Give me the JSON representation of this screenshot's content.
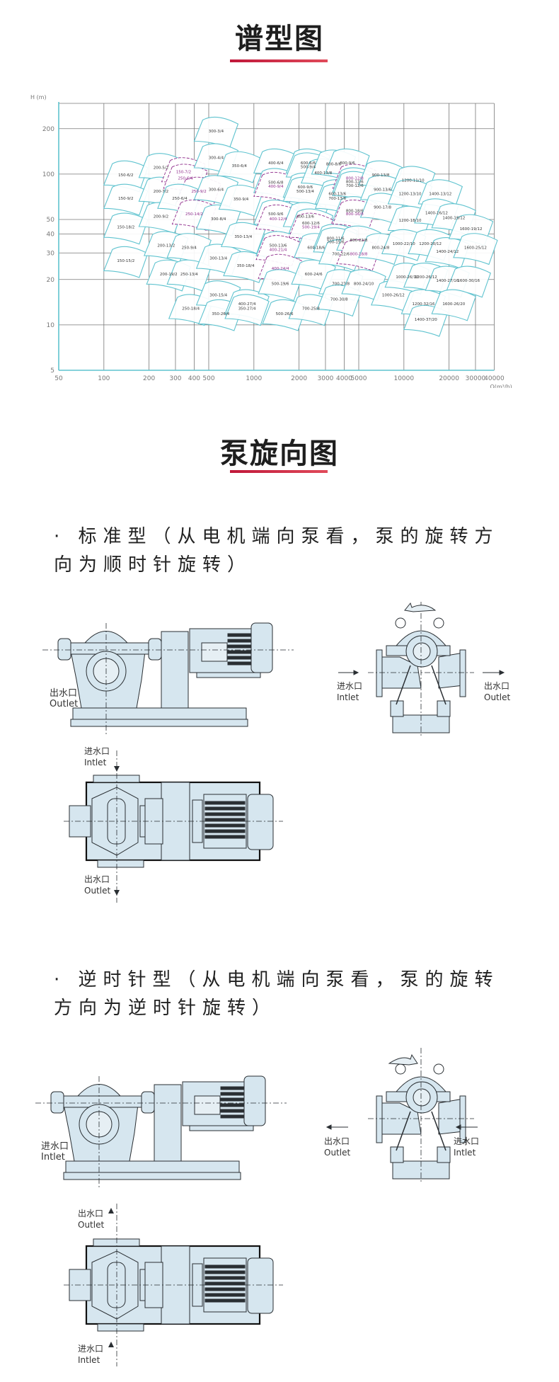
{
  "sections": {
    "spectrum_title": "谱型图",
    "rotation_title": "泵旋向图"
  },
  "chart_data": {
    "type": "area",
    "title": "谱型图",
    "xlabel": "Q(m³/h)",
    "ylabel": "H (m)",
    "xscale": "log",
    "yscale": "log",
    "xlim": [
      50,
      40000
    ],
    "ylim": [
      5,
      250
    ],
    "grid": true,
    "x_ticks": [
      "50",
      "100",
      "200",
      "300",
      "400",
      "500",
      "1000",
      "2000",
      "3000",
      "4000",
      "5000",
      "10000",
      "20000",
      "30000",
      "40000"
    ],
    "y_ticks": [
      "5",
      "10",
      "20",
      "30",
      "40",
      "50",
      "100",
      "200"
    ],
    "models": [
      {
        "label": "150-6/2",
        "q": 140,
        "h": 100
      },
      {
        "label": "150-9/2",
        "q": 140,
        "h": 70
      },
      {
        "label": "150-18/2",
        "q": 140,
        "h": 45
      },
      {
        "label": "150-15/2",
        "q": 140,
        "h": 27
      },
      {
        "label": "200-5/2",
        "q": 240,
        "h": 112
      },
      {
        "label": "200-7/2",
        "q": 240,
        "h": 78
      },
      {
        "label": "200-9/2",
        "q": 240,
        "h": 53
      },
      {
        "label": "200-13/2",
        "q": 260,
        "h": 34
      },
      {
        "label": "200-19/2",
        "q": 270,
        "h": 22
      },
      {
        "label": "150-7/2",
        "q": 340,
        "h": 105,
        "highlight": true
      },
      {
        "label": "250-6/4",
        "q": 350,
        "h": 95,
        "highlight": true
      },
      {
        "label": "250-9/2",
        "q": 430,
        "h": 78,
        "highlight": true
      },
      {
        "label": "250-6/4",
        "q": 320,
        "h": 70
      },
      {
        "label": "250-14/2",
        "q": 400,
        "h": 55,
        "highlight": true
      },
      {
        "label": "250-9/4",
        "q": 370,
        "h": 33
      },
      {
        "label": "250-13/4",
        "q": 370,
        "h": 22
      },
      {
        "label": "250-18/4",
        "q": 380,
        "h": 13
      },
      {
        "label": "300-3/4",
        "q": 560,
        "h": 195
      },
      {
        "label": "300-4/4",
        "q": 560,
        "h": 130
      },
      {
        "label": "300-6/4",
        "q": 560,
        "h": 80
      },
      {
        "label": "300-8/4",
        "q": 580,
        "h": 51
      },
      {
        "label": "300-13/4",
        "q": 580,
        "h": 28
      },
      {
        "label": "300-15/4",
        "q": 580,
        "h": 16
      },
      {
        "label": "350-26/4",
        "q": 600,
        "h": 12
      },
      {
        "label": "350-6/4",
        "q": 800,
        "h": 115
      },
      {
        "label": "350-9/4",
        "q": 820,
        "h": 69
      },
      {
        "label": "350-13/4",
        "q": 850,
        "h": 39
      },
      {
        "label": "350-18/4",
        "q": 880,
        "h": 25
      },
      {
        "label": "400-27/4",
        "q": 900,
        "h": 14
      },
      {
        "label": "350-27/4",
        "q": 900,
        "h": 13
      },
      {
        "label": "400-6/4",
        "q": 1400,
        "h": 120
      },
      {
        "label": "500-6/8",
        "q": 1400,
        "h": 89
      },
      {
        "label": "400-9/4",
        "q": 1400,
        "h": 84,
        "highlight": true
      },
      {
        "label": "500-9/6",
        "q": 1400,
        "h": 55
      },
      {
        "label": "400-12/4",
        "q": 1450,
        "h": 51,
        "highlight": true
      },
      {
        "label": "500-13/6",
        "q": 1450,
        "h": 34
      },
      {
        "label": "400-21/4",
        "q": 1450,
        "h": 32,
        "highlight": true
      },
      {
        "label": "400-24/4",
        "q": 1500,
        "h": 24,
        "highlight": true
      },
      {
        "label": "500-19/6",
        "q": 1500,
        "h": 19
      },
      {
        "label": "500-26/6",
        "q": 1600,
        "h": 12
      },
      {
        "label": "600-6/6",
        "q": 2300,
        "h": 120
      },
      {
        "label": "500-9/4",
        "q": 2300,
        "h": 113
      },
      {
        "label": "600-9/6",
        "q": 2200,
        "h": 83
      },
      {
        "label": "500-13/4",
        "q": 2200,
        "h": 78
      },
      {
        "label": "400-13/6",
        "q": 2200,
        "h": 53
      },
      {
        "label": "600-12/6",
        "q": 2400,
        "h": 48
      },
      {
        "label": "500-19/4",
        "q": 2400,
        "h": 45,
        "highlight": true
      },
      {
        "label": "600-18/6",
        "q": 2600,
        "h": 33
      },
      {
        "label": "600-24/6",
        "q": 2500,
        "h": 22
      },
      {
        "label": "700-25/8",
        "q": 2400,
        "h": 13
      },
      {
        "label": "400-13/8",
        "q": 2900,
        "h": 103
      },
      {
        "label": "800-8/6",
        "q": 3400,
        "h": 118
      },
      {
        "label": "800-9/6",
        "q": 4200,
        "h": 120
      },
      {
        "label": "600-13/6",
        "q": 3600,
        "h": 75
      },
      {
        "label": "700-13/6",
        "q": 3600,
        "h": 70
      },
      {
        "label": "800-11/6",
        "q": 3500,
        "h": 38
      },
      {
        "label": "700-15/6",
        "q": 3500,
        "h": 36
      },
      {
        "label": "700-22/6",
        "q": 3800,
        "h": 30
      },
      {
        "label": "700-27/8",
        "q": 3800,
        "h": 19
      },
      {
        "label": "700-30/8",
        "q": 3700,
        "h": 15
      },
      {
        "label": "800-12/8",
        "q": 4700,
        "h": 95,
        "highlight": true
      },
      {
        "label": "800-12/6",
        "q": 4700,
        "h": 90
      },
      {
        "label": "700-12/6",
        "q": 4700,
        "h": 85
      },
      {
        "label": "800-18/6",
        "q": 4700,
        "h": 58
      },
      {
        "label": "800-16/8",
        "q": 4700,
        "h": 55,
        "highlight": true
      },
      {
        "label": "800-22/8",
        "q": 5000,
        "h": 37
      },
      {
        "label": "800-18/8",
        "q": 5000,
        "h": 30,
        "highlight": true
      },
      {
        "label": "800-24/10",
        "q": 5400,
        "h": 19
      },
      {
        "label": "900-13/8",
        "q": 7000,
        "h": 100
      },
      {
        "label": "900-13/6",
        "q": 7200,
        "h": 80
      },
      {
        "label": "900-17/8",
        "q": 7200,
        "h": 61
      },
      {
        "label": "800-24/8",
        "q": 7000,
        "h": 33
      },
      {
        "label": "1000-26/12",
        "q": 8500,
        "h": 16
      },
      {
        "label": "1200-11/10",
        "q": 11500,
        "h": 92
      },
      {
        "label": "1200-13/10",
        "q": 11000,
        "h": 75
      },
      {
        "label": "1200-18/10",
        "q": 11000,
        "h": 50
      },
      {
        "label": "1000-22/10",
        "q": 10000,
        "h": 35
      },
      {
        "label": "1000-26/10",
        "q": 10500,
        "h": 21
      },
      {
        "label": "1200-20/12",
        "q": 15000,
        "h": 35
      },
      {
        "label": "1200-26/12",
        "q": 14000,
        "h": 21
      },
      {
        "label": "1200-32/16",
        "q": 13500,
        "h": 14
      },
      {
        "label": "1400-13/12",
        "q": 17500,
        "h": 75
      },
      {
        "label": "1400-16/12",
        "q": 16500,
        "h": 56
      },
      {
        "label": "1400-19/12",
        "q": 21500,
        "h": 52
      },
      {
        "label": "1400-24/12",
        "q": 19500,
        "h": 31
      },
      {
        "label": "1400-27/16",
        "q": 19500,
        "h": 20
      },
      {
        "label": "1400-37/20",
        "q": 14000,
        "h": 11
      },
      {
        "label": "1600-19/12",
        "q": 28000,
        "h": 44
      },
      {
        "label": "1600-25/12",
        "q": 30000,
        "h": 33
      },
      {
        "label": "1600-30/16",
        "q": 27000,
        "h": 20
      },
      {
        "label": "1600-26/20",
        "q": 21500,
        "h": 14
      }
    ]
  },
  "rotation": {
    "standard": {
      "description": "· 标准型（从电机端向泵看，泵的旋转方向为顺时针旋转）",
      "side_view": {
        "port_cn": "出水口",
        "port_en": "Outlet"
      },
      "end_view": {
        "left_cn": "进水口",
        "left_en": "Intlet",
        "right_cn": "出水口",
        "right_en": "Outlet"
      },
      "top_view": {
        "top_cn": "进水口",
        "top_en": "Intlet",
        "bottom_cn": "出水口",
        "bottom_en": "Outlet"
      }
    },
    "ccw": {
      "description": "· 逆时针型（从电机端向泵看，泵的旋转方向为逆时针旋转）",
      "side_view": {
        "port_cn": "进水口",
        "port_en": "Intlet"
      },
      "end_view": {
        "left_cn": "出水口",
        "left_en": "Outlet",
        "right_cn": "进水口",
        "right_en": "Intlet"
      },
      "top_view": {
        "top_cn": "出水口",
        "top_en": "Outlet",
        "bottom_cn": "进水口",
        "bottom_en": "Intlet"
      }
    }
  },
  "colors": {
    "accent": "#c8203f",
    "chart_outline": "#5fc3cf",
    "highlight_label": "#8e2a8a",
    "pump_fill": "#d6e6ef",
    "grid": "#777777"
  }
}
